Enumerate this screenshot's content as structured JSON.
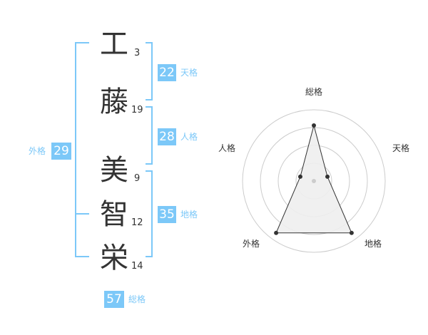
{
  "name": {
    "characters": [
      {
        "char": "工",
        "strokes": "3"
      },
      {
        "char": "藤",
        "strokes": "19"
      },
      {
        "char": "美",
        "strokes": "9"
      },
      {
        "char": "智",
        "strokes": "12"
      },
      {
        "char": "栄",
        "strokes": "14"
      }
    ]
  },
  "fortunes": {
    "tenkaku": {
      "value": "22",
      "label": "天格"
    },
    "jinkaku": {
      "value": "28",
      "label": "人格"
    },
    "chikaku": {
      "value": "35",
      "label": "地格"
    },
    "gaikaku": {
      "value": "29",
      "label": "外格"
    },
    "soukaku": {
      "value": "57",
      "label": "総格"
    }
  },
  "colors": {
    "accent": "#7cc8f8",
    "text": "#333333",
    "grid": "#cccccc",
    "polygon_fill": "#eeeeee",
    "polygon_stroke": "#333333"
  },
  "chart_data": {
    "type": "radar",
    "axes": [
      "総格",
      "天格",
      "地格",
      "外格",
      "人格"
    ],
    "values": [
      0.78,
      0.2,
      0.9,
      0.9,
      0.2
    ],
    "max": 1,
    "rings": 4,
    "grid": true
  }
}
